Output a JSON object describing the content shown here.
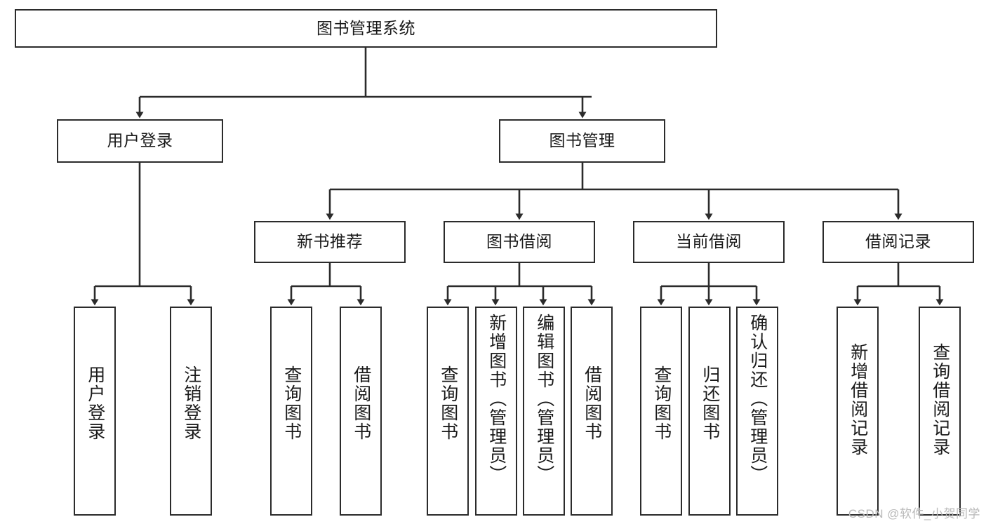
{
  "diagram": {
    "title": "图书管理系统",
    "type": "tree-hierarchy-diagram",
    "watermark": "CSDN @软件_小贺同学",
    "colors": {
      "stroke": "#2b2b2b",
      "fill": "#ffffff",
      "text": "#1a1a1a",
      "watermark": "#b9b9b9"
    },
    "nodes": {
      "root": {
        "label": "图书管理系统"
      },
      "level2": [
        {
          "label": "用户登录"
        },
        {
          "label": "图书管理"
        }
      ],
      "level3": [
        {
          "label": "新书推荐"
        },
        {
          "label": "图书借阅"
        },
        {
          "label": "当前借阅"
        },
        {
          "label": "借阅记录"
        }
      ],
      "leaves": {
        "user_login": [
          {
            "label": "用户登录"
          },
          {
            "label": "注销登录"
          }
        ],
        "new_book_recommend": [
          {
            "label": "查询图书"
          },
          {
            "label": "借阅图书"
          }
        ],
        "book_borrow": [
          {
            "label": "查询图书"
          },
          {
            "label": "新增图书（管理员）"
          },
          {
            "label": "编辑图书（管理员）"
          },
          {
            "label": "借阅图书"
          }
        ],
        "current_borrow": [
          {
            "label": "查询图书"
          },
          {
            "label": "归还图书"
          },
          {
            "label": "确认归还（管理员）"
          }
        ],
        "borrow_record": [
          {
            "label": "新增借阅记录"
          },
          {
            "label": "查询借阅记录"
          }
        ]
      }
    }
  }
}
